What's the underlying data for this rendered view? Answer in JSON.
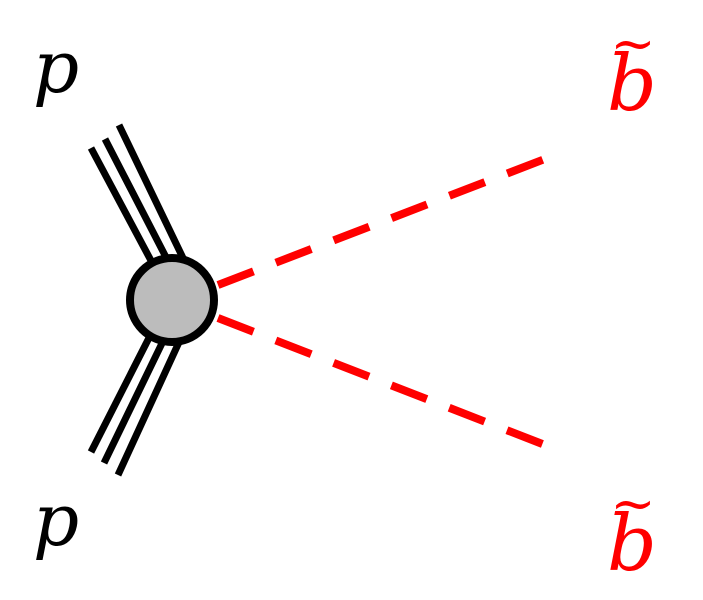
{
  "diagram": {
    "incoming": [
      {
        "label": "p",
        "color": "#000000"
      },
      {
        "label": "p",
        "color": "#000000"
      }
    ],
    "outgoing": [
      {
        "label": "b",
        "accent": "~",
        "color": "#ff0000"
      },
      {
        "label": "b",
        "accent": "~",
        "color": "#ff0000"
      }
    ],
    "vertex": {
      "fill": "#bcbcbc",
      "stroke": "#000000"
    }
  }
}
